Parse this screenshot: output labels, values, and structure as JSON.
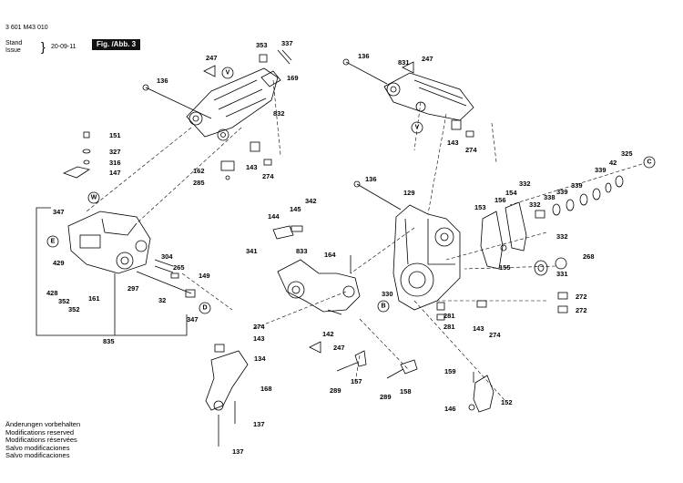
{
  "header": {
    "doc_number": "3 601 M43 010",
    "stand_label": "Stand",
    "issue_label": "Issue",
    "date": "20-09-11",
    "figure": "Fig. /Abb. 3"
  },
  "footer": {
    "notes": [
      "Änderungen vorbehalten",
      "Modifications reserved",
      "Modifications réservées",
      "Salvo modificaciones",
      "Salvo modificaciones"
    ]
  },
  "labels": {
    "l136a": "136",
    "l247a": "247",
    "l353": "353",
    "l337": "337",
    "l169": "169",
    "l832": "832",
    "l162": "162",
    "l143a": "143",
    "l274a": "274",
    "l285": "285",
    "l151": "151",
    "l327": "327",
    "l316": "316",
    "l147": "147",
    "l347a": "347",
    "l429": "429",
    "l428": "428",
    "l352a": "352",
    "l352b": "352",
    "l161": "161",
    "l304": "304",
    "l265": "265",
    "l149": "149",
    "l297": "297",
    "l32": "32",
    "l347b": "347",
    "l835": "835",
    "l136b": "136",
    "l831": "831",
    "l247b": "247",
    "l143b": "143",
    "l274b": "274",
    "l144": "144",
    "l145": "145",
    "l342": "342",
    "l341": "341",
    "l833": "833",
    "l164": "164",
    "l142": "142",
    "l247c": "247",
    "l274c": "274",
    "l143c": "143",
    "l134": "134",
    "l168": "168",
    "l137a": "137",
    "l137b": "137",
    "l136c": "136",
    "l129": "129",
    "l330": "330",
    "l281a": "281",
    "l281b": "281",
    "l289a": "289",
    "l157": "157",
    "l289b": "289",
    "l158": "158",
    "l153": "153",
    "l156": "156",
    "l154": "154",
    "l332a": "332",
    "l332b": "332",
    "l332c": "332",
    "l155": "155",
    "l338": "338",
    "l339a": "339",
    "l339b": "339",
    "l339c": "339",
    "l42": "42",
    "l325": "325",
    "l268": "268",
    "l331": "331",
    "l272a": "272",
    "l272b": "272",
    "l143d": "143",
    "l274d": "274",
    "l159": "159",
    "l146": "146",
    "l152": "152"
  },
  "markers": {
    "v1": "V",
    "v2": "V",
    "w": "W",
    "e": "E",
    "d": "D",
    "b": "B",
    "c": "C"
  }
}
